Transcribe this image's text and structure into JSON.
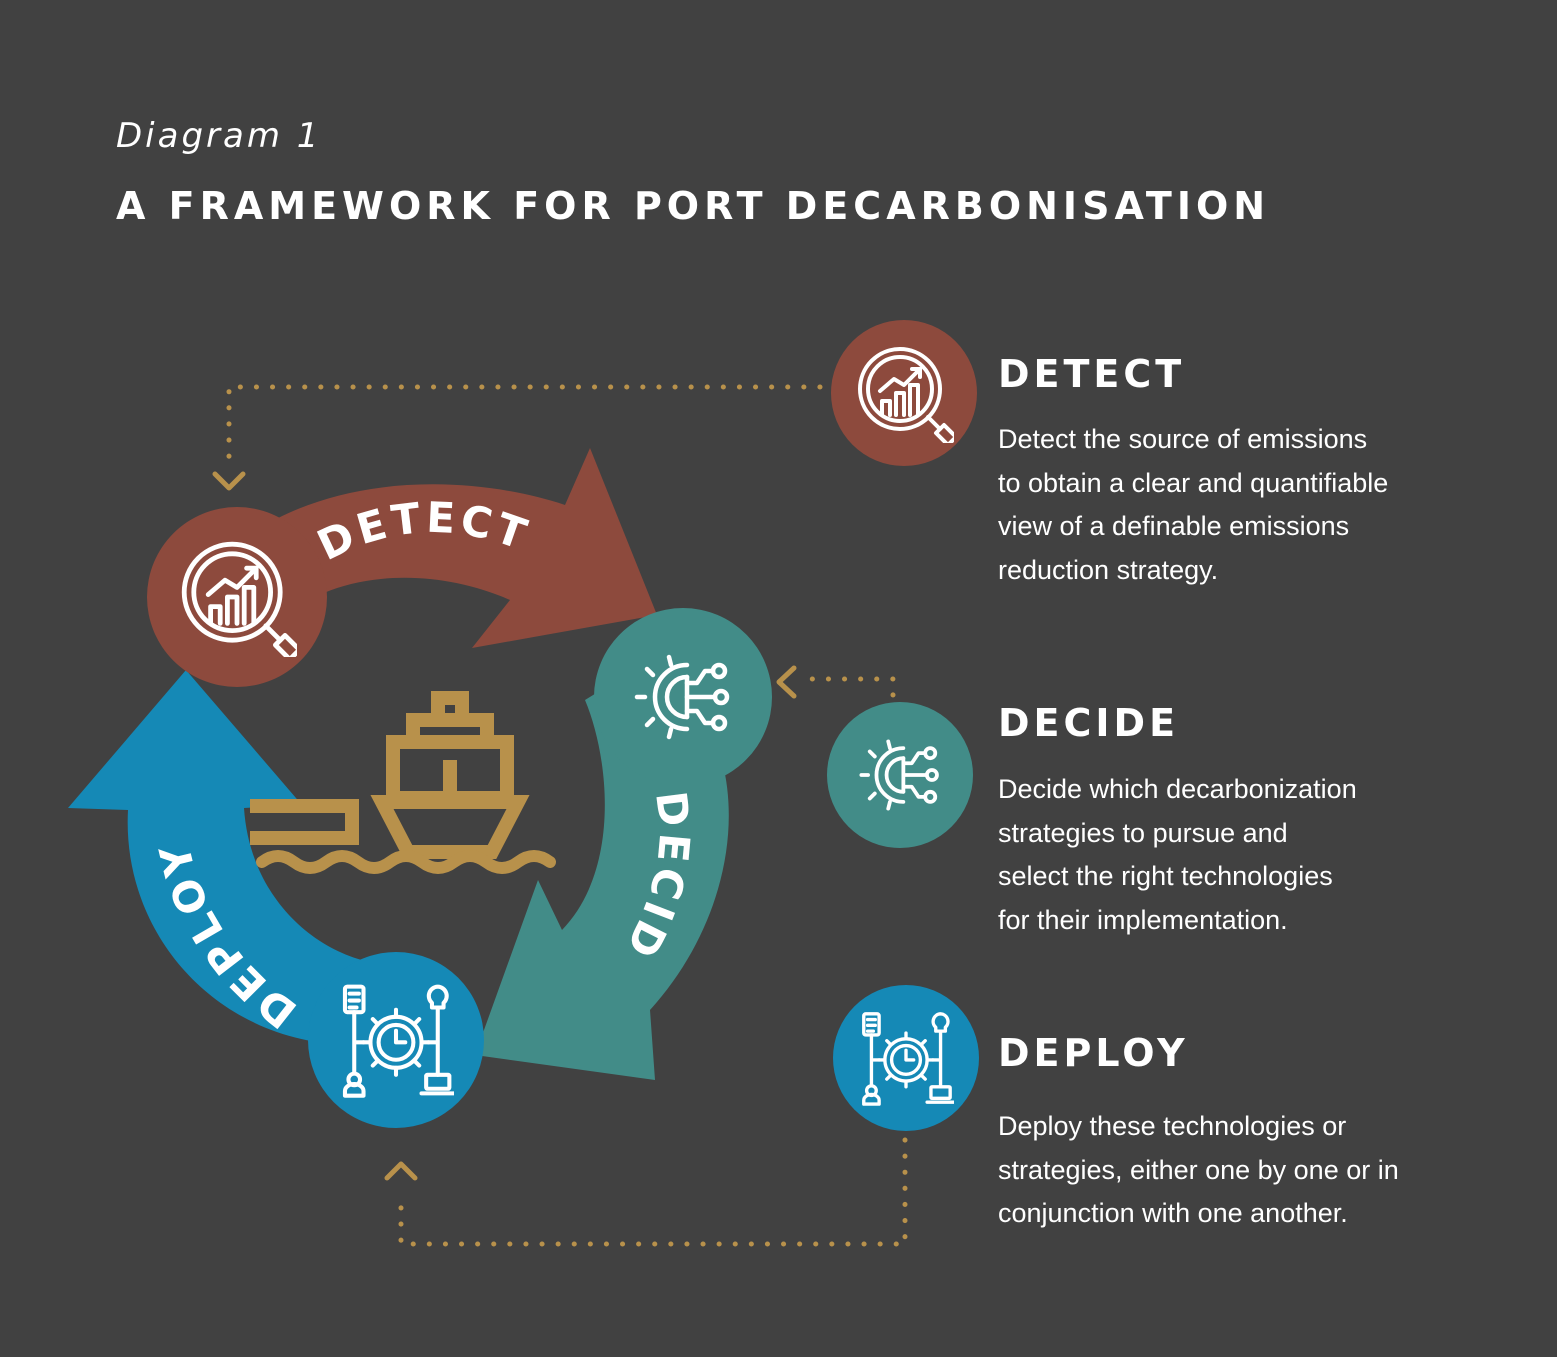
{
  "subtitle": "Diagram 1",
  "title": "A FRAMEWORK FOR PORT DECARBONISATION",
  "colors": {
    "background": "#414141",
    "detect": "#8d4a3d",
    "decide": "#428c88",
    "deploy": "#1589b6",
    "connector": "#b8914b",
    "ship": "#b8914b"
  },
  "cycle": {
    "detect_label": "DETECT",
    "decide_label": "DECIDE",
    "deploy_label": "DEPLOY"
  },
  "steps": [
    {
      "title": "DETECT",
      "icon": "magnifier-chart-icon",
      "lines": [
        "Detect the source of emissions",
        "to obtain a clear and quantifiable",
        "view of a definable emissions",
        "reduction strategy."
      ]
    },
    {
      "title": "DECIDE",
      "icon": "gear-network-icon",
      "lines": [
        "Decide which decarbonization",
        "strategies to pursue and",
        "select the right technologies",
        "for their implementation."
      ]
    },
    {
      "title": "DEPLOY",
      "icon": "gear-clock-workflow-icon",
      "lines": [
        "Deploy these technologies or",
        "strategies, either one by one or in",
        "conjunction with one another."
      ]
    }
  ]
}
